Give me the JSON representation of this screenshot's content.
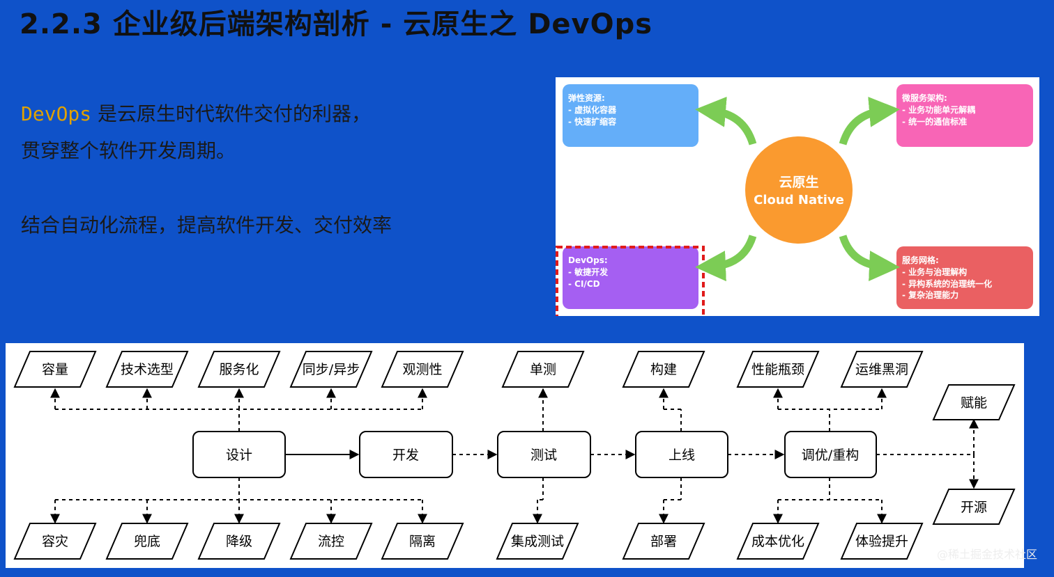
{
  "title": "2.2.3 企业级后端架构剖析 - 云原生之 DevOps",
  "intro": {
    "highlight": "DevOps",
    "line1_rest": " 是云原生时代软件交付的利器，",
    "line2": "贯穿整个软件开发周期。",
    "line3": "结合自动化流程，提高软件开发、交付效率"
  },
  "cloud_native": {
    "center_line1": "云原生",
    "center_line2": "Cloud Native",
    "boxes": [
      {
        "id": "elastic",
        "title": "弹性资源:",
        "items": [
          "- 虚拟化容器",
          "- 快速扩缩容"
        ],
        "color": "#64aef9"
      },
      {
        "id": "microservice",
        "title": "微服务架构:",
        "items": [
          "- 业务功能单元解耦",
          "- 统一的通信标准"
        ],
        "color": "#f865b6"
      },
      {
        "id": "devops",
        "title": "DevOps:",
        "items": [
          "- 敏捷开发",
          "- CI/CD"
        ],
        "color": "#a55ff2"
      },
      {
        "id": "mesh",
        "title": "服务网格:",
        "items": [
          "- 业务与治理解构",
          "- 异构系统的治理统一化",
          "- 复杂治理能力"
        ],
        "color": "#ea6062"
      }
    ],
    "colors": {
      "center": "#fa9a2f",
      "arrow": "#7ccc55",
      "highlight_border": "#e01b1b"
    }
  },
  "flow": {
    "main_steps": [
      "设计",
      "开发",
      "测试",
      "上线",
      "调优/重构"
    ],
    "top_labels": [
      "容量",
      "技术选型",
      "服务化",
      "同步/异步",
      "观测性",
      "单测",
      "构建",
      "性能瓶颈",
      "运维黑洞",
      "赋能"
    ],
    "bottom_labels": [
      "容灾",
      "兜底",
      "降级",
      "流控",
      "隔离",
      "集成测试",
      "部署",
      "成本优化",
      "体验提升",
      "开源"
    ]
  },
  "watermark": "@稀土掘金技术社区"
}
